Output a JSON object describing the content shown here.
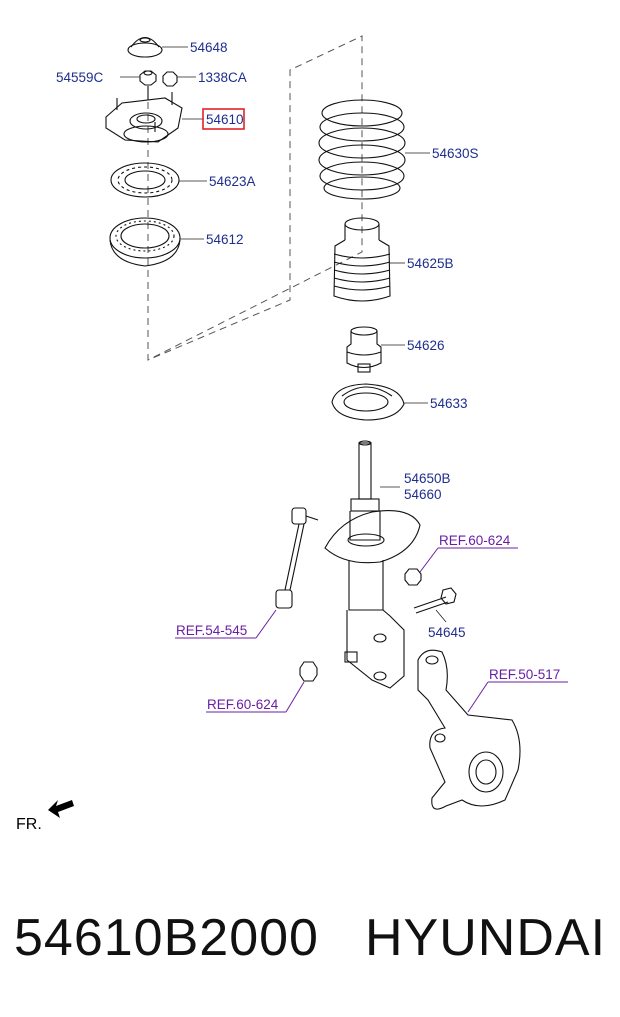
{
  "diagram": {
    "labels": {
      "p54648": "54648",
      "p54559c": "54559C",
      "p1338ca": "1338CA",
      "p54610": "54610",
      "p54623a": "54623A",
      "p54612": "54612",
      "p54630s": "54630S",
      "p54625b": "54625B",
      "p54626": "54626",
      "p54633": "54633",
      "p54650b": "54650B",
      "p54660": "54660",
      "p54645": "54645"
    },
    "refs": {
      "ref_60_624_a": "REF.60-624",
      "ref_54_545": "REF.54-545",
      "ref_60_624_b": "REF.60-624",
      "ref_50_517": "REF.50-517"
    },
    "front_label": "FR."
  },
  "footer": {
    "part_number": "54610B2000",
    "brand": "HYUNDAI"
  },
  "colors": {
    "part_label": "#1e2f8c",
    "ref_label": "#6a1fa3",
    "highlight_box": "#e0242a"
  }
}
